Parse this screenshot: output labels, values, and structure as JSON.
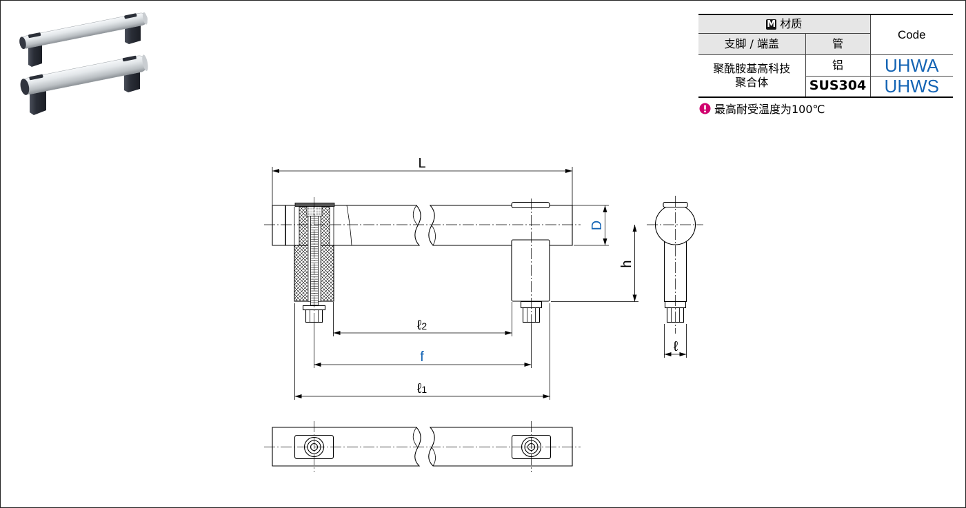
{
  "material_table": {
    "material_icon": "M",
    "material_header": "材质",
    "code_header": "Code",
    "foot_header": "支脚 / 端盖",
    "tube_header": "管",
    "foot_material": [
      "聚酰胺基高科技",
      "聚合体"
    ],
    "rows": [
      {
        "tube": "铝",
        "code": "UHWA"
      },
      {
        "tube": "SUS304",
        "code": "UHWS"
      }
    ]
  },
  "note": {
    "icon": "exclamation-circle-icon",
    "text": "最高耐受温度为100℃"
  },
  "dimensions": {
    "L": "L",
    "D": "D",
    "h": "h",
    "l2": {
      "symbol": "ℓ",
      "sub": "2"
    },
    "f": "f",
    "l1": {
      "symbol": "ℓ",
      "sub": "1"
    },
    "l": "ℓ"
  },
  "colors": {
    "accent_blue": "#1464b4",
    "note_magenta": "#d0006f",
    "header_gray": "#e6e6e6"
  }
}
